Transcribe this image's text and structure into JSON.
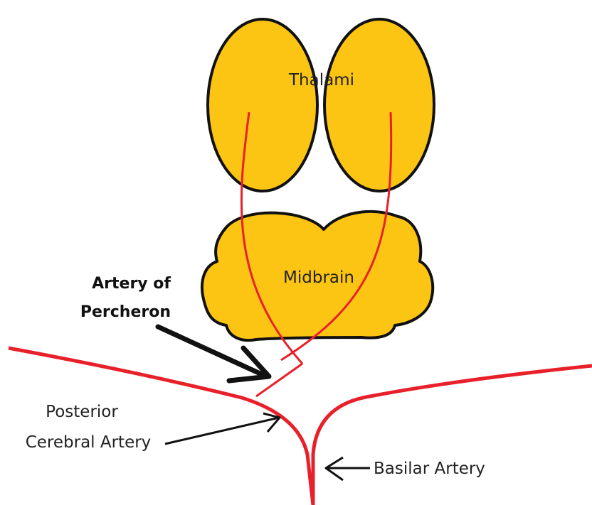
{
  "labels": {
    "thalami": "Thalami",
    "midbrain": "Midbrain",
    "artery_of_percheron_line1": "Artery of",
    "artery_of_percheron_line2": "Percheron",
    "posterior_cerebral_artery_line1": "Posterior",
    "posterior_cerebral_artery_line2": "Cerebral Artery",
    "basilar_artery": "Basilar Artery"
  },
  "colors": {
    "structure_fill": "#FDC513",
    "outline": "#111111",
    "artery": "#E8202A",
    "background": "#FFFFFF"
  }
}
